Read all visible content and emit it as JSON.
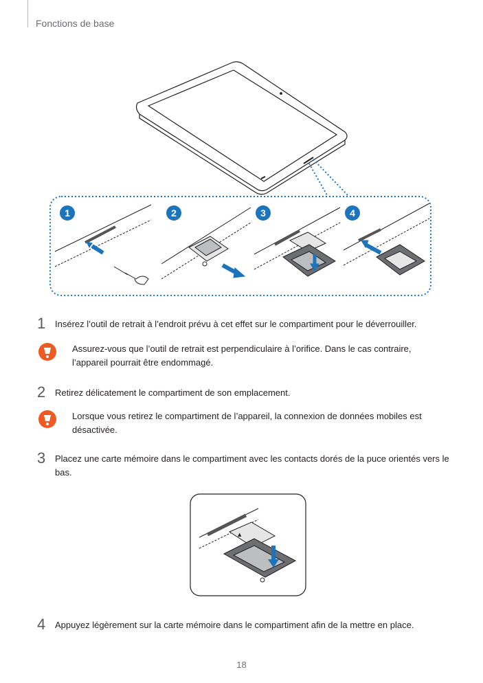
{
  "header": {
    "section": "Fonctions de base"
  },
  "figure1": {
    "badges": [
      "1",
      "2",
      "3",
      "4"
    ]
  },
  "steps": [
    {
      "num": "1",
      "text": "Insérez l’outil de retrait à l’endroit prévu à cet effet sur le compartiment pour le déverrouiller."
    },
    {
      "num": "2",
      "text": "Retirez délicatement le compartiment de son emplacement."
    },
    {
      "num": "3",
      "text": "Placez une carte mémoire dans le compartiment avec les contacts dorés de la puce orientés vers le bas."
    },
    {
      "num": "4",
      "text": "Appuyez légèrement sur la carte mémoire dans le compartiment afin de la mettre en place."
    }
  ],
  "cautions": [
    {
      "text": "Assurez-vous que l’outil de retrait est perpendiculaire à l’orifice. Dans le cas contraire, l’appareil pourrait être endommagé."
    },
    {
      "text": "Lorsque vous retirez le compartiment de l’appareil, la connexion de données mobiles est désactivée."
    }
  ],
  "footer": {
    "page_number": "18"
  },
  "colors": {
    "accent_blue": "#1c75bc",
    "caution_orange": "#ef5a24",
    "card_mark": "▲"
  }
}
